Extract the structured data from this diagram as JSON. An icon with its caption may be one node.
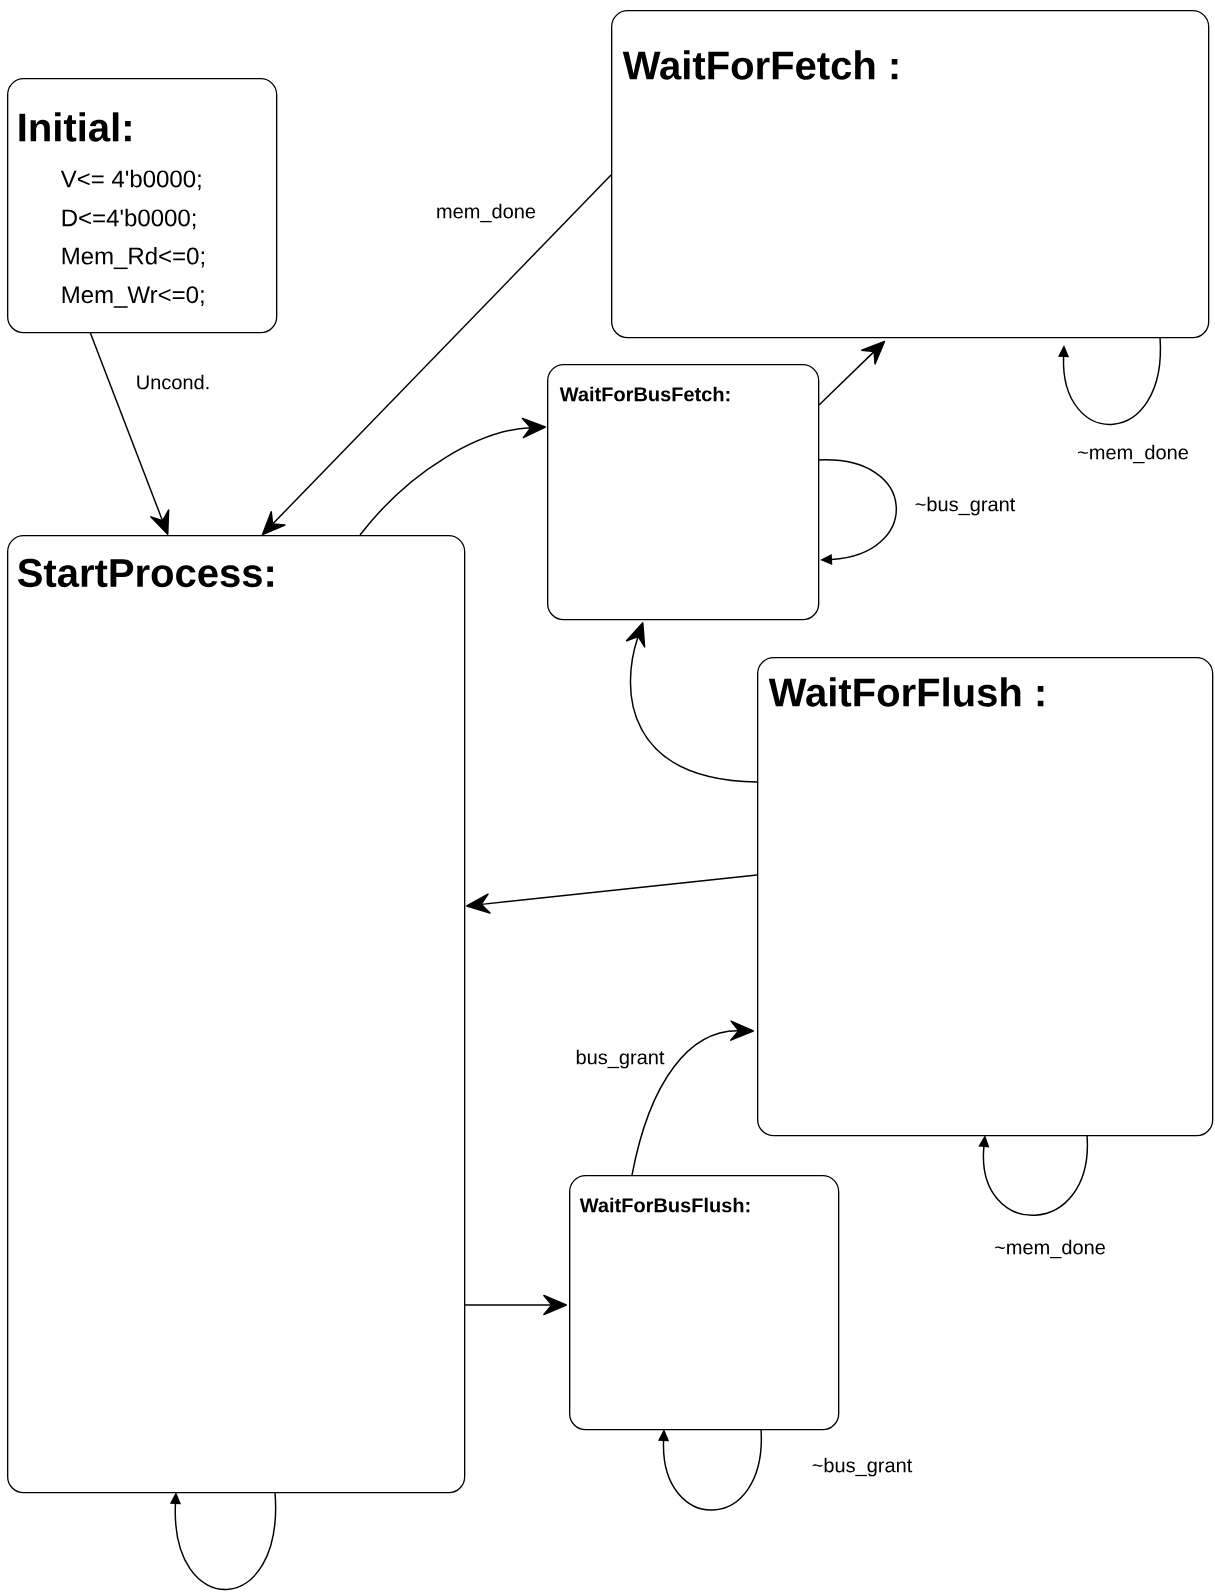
{
  "diagram": {
    "nodes": [
      {
        "text": [
          "Initial:",
          "V<= 4'b0000;",
          "D<=4'b0000;",
          "Mem_Rd<=0;",
          "Mem_Wr<=0;"
        ]
      },
      {
        "text": [
          "WaitForFetch :"
        ]
      },
      {
        "text": [
          "WaitForBusFetch:"
        ]
      },
      {
        "text": [
          "StartProcess:"
        ]
      },
      {
        "text": [
          "WaitForFlush :"
        ]
      },
      {
        "text": [
          "WaitForBusFlush:"
        ]
      }
    ],
    "edges": [
      {
        "from": 0,
        "to": 3,
        "arrow": "to",
        "label": "Uncond."
      },
      {
        "from": 1,
        "to": 3,
        "arrow": "to",
        "label": "mem_done"
      },
      {
        "from": 1,
        "to": 1,
        "arrow": "to",
        "label": "~mem_done"
      },
      {
        "from": 3,
        "to": 2,
        "arrow": "to"
      },
      {
        "from": 2,
        "to": 1,
        "arrow": "to"
      },
      {
        "from": 2,
        "to": 2,
        "arrow": "to",
        "label": "~bus_grant"
      },
      {
        "from": 4,
        "to": 2,
        "arrow": "to"
      },
      {
        "from": 4,
        "to": 3,
        "arrow": "to"
      },
      {
        "from": 5,
        "to": 4,
        "arrow": "to",
        "label": "bus_grant"
      },
      {
        "from": 4,
        "to": 4,
        "arrow": "to",
        "label": "~mem_done"
      },
      {
        "from": 3,
        "to": 5,
        "arrow": "to"
      },
      {
        "from": 5,
        "to": 5,
        "arrow": "to",
        "label": "~bus_grant"
      },
      {
        "from": 3,
        "to": 3,
        "arrow": "to"
      }
    ]
  }
}
